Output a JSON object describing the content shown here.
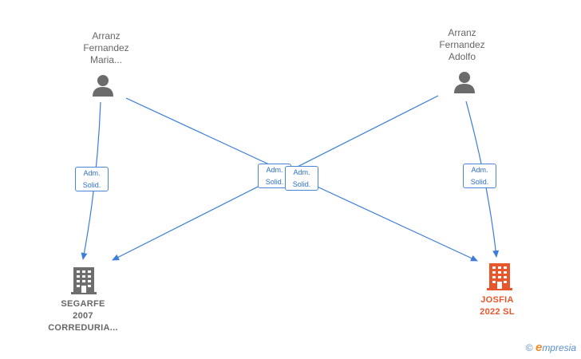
{
  "people": [
    {
      "id": "p1",
      "label": "Arranz\nFernandez\nMaria..."
    },
    {
      "id": "p2",
      "label": "Arranz\nFernandez\nAdolfo"
    }
  ],
  "companies": [
    {
      "id": "c1",
      "label": "SEGARFE\n2007\nCORREDURIA...",
      "color": "#666666"
    },
    {
      "id": "c2",
      "label": "JOSFIA\n2022  SL",
      "color": "#e8572b"
    }
  ],
  "relations": [
    {
      "from": "p1",
      "to": "c1",
      "line1": "Adm.",
      "line2": "Solid."
    },
    {
      "from": "p1",
      "to": "c2",
      "line1": "Adm.",
      "line2": "Solid."
    },
    {
      "from": "p2",
      "to": "c1",
      "line1": "Adm.",
      "line2": "Solid."
    },
    {
      "from": "p2",
      "to": "c2",
      "line1": "Adm.",
      "line2": "Solid."
    }
  ],
  "colors": {
    "edge": "#3b7dd8",
    "person_icon": "#6b6b6b"
  },
  "icons": {
    "person": "person-icon",
    "company": "building-icon"
  },
  "watermark": {
    "symbol": "©",
    "brand_initial": "e",
    "brand_rest": "mpresia"
  }
}
